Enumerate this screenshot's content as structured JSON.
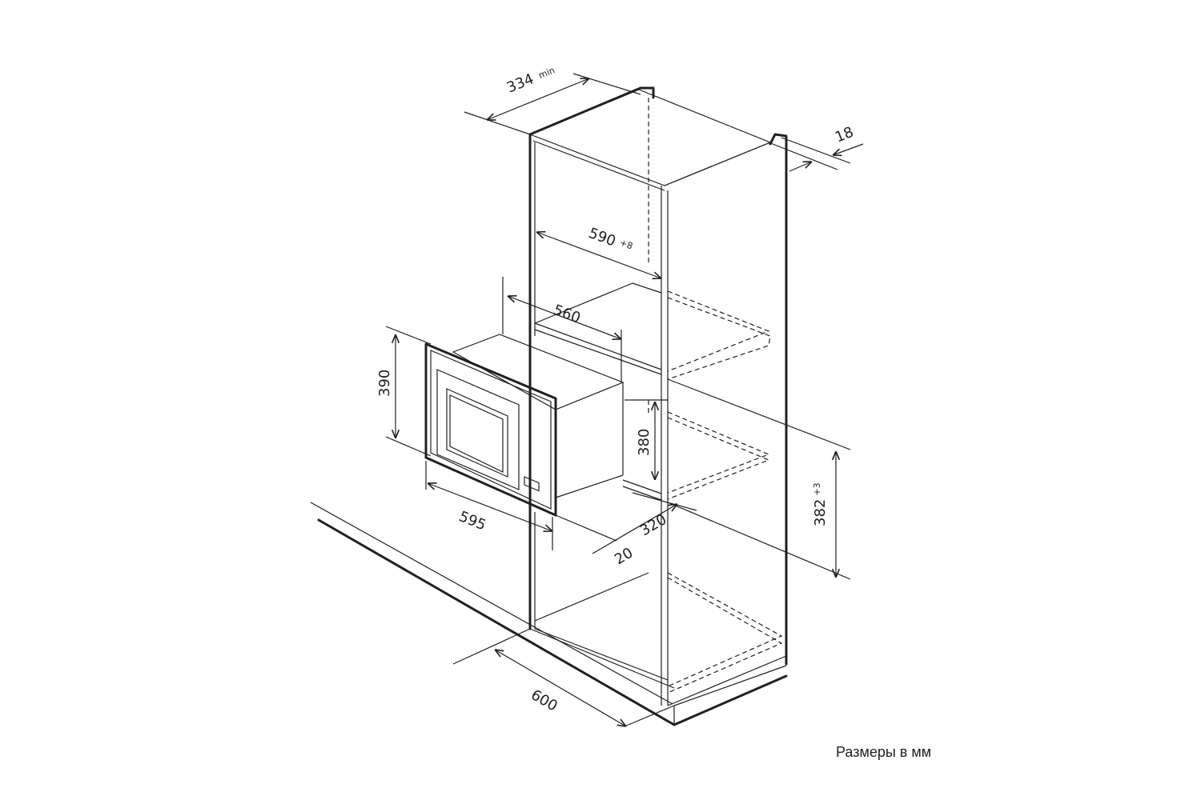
{
  "diagram": {
    "dimensions": {
      "depth_min": {
        "value": "334",
        "suffix": "min"
      },
      "panel_thickness": {
        "value": "18"
      },
      "inner_width": {
        "value": "590",
        "tolerance": "+8"
      },
      "appliance_depth": {
        "value": "560"
      },
      "front_height": {
        "value": "390"
      },
      "body_height": {
        "value": "380"
      },
      "niche_height": {
        "value": "382",
        "tolerance": "+3"
      },
      "front_width": {
        "value": "595"
      },
      "niche_depth": {
        "value": "320"
      },
      "offset": {
        "value": "20"
      },
      "cabinet_width": {
        "value": "600"
      }
    },
    "note": "Размеры в мм"
  }
}
